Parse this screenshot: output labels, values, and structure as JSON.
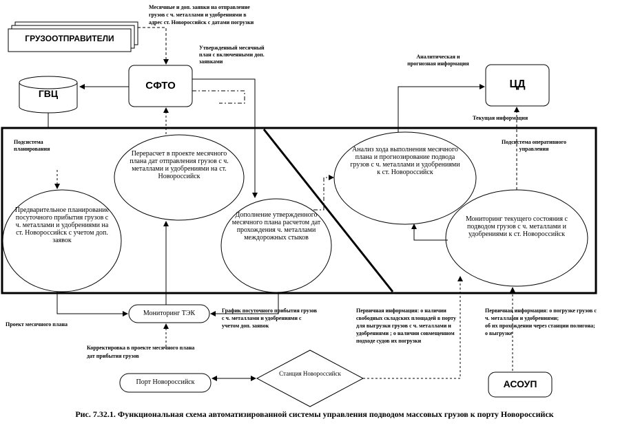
{
  "nodes": {
    "shippers": "ГРУЗООТПРАВИТЕЛИ",
    "gvc": "ГВЦ",
    "sfto": "СФТО",
    "cd": "ЦД",
    "recalc": "Перерасчет в проекте месячного плана дат отправления грузов с ч. металлами и удобрениями на ст. Новороссийск",
    "prelim": "Предварительное планирование посуточного прибытия грузов с ч. металлами и удобрениями на ст. Новороссийск с учетом доп. заявок",
    "supplement": "Дополнение утвержденного месячного плана расчетом дат прохождения ч. металлами междорожных стыков",
    "analysis": "Анализ хода выполнения месячного плана и прогнозирование подвода грузов с ч. металлами и удобрениями к ст. Новороссийск",
    "monitoring": "Мониторинг текущего состояния с подводом грузов с ч. металлами и удобрениями к ст. Новороссийск",
    "tek": "Мониторинг ТЭК",
    "port": "Порт Новороссийск",
    "station": "Станция Новороссийск",
    "asoup": "АСОУП"
  },
  "labels": {
    "monthly_requests": "Месячные и доп. заявки на отправление грузов с ч. металлами и удобрениями в адрес ст. Новороссийск с датами погрузки",
    "approved_plan": "Утвержденный месячный план с включенными доп. заявками",
    "analytic_info": "Аналитическая и прогнозная информация",
    "current_info": "Текущая информация",
    "subsystem_planning": "Подсистема планирования",
    "subsystem_operational": "Подсистема оперативного управления",
    "project_plan": "Проект месячного плана",
    "schedule": "График посуточного прибытия грузов с ч. металлами и удобрениями с учетом доп. заявок",
    "correction": "Корректировка в проекте месячного плана дат прибытия грузов",
    "primary_info_port": "Первичная информация: о наличии свободных складских площадей в порту для выгрузки грузов с ч. металлами и удобрениями ; о наличии совмещенном подходе судов их погрузки",
    "primary_info_asoup": "Первичная информация: о погрузке грузов с ч. металлами и удобрениями;\nоб их прохождении через станции полигона; о выгрузке"
  },
  "caption": "Рис. 7.32.1. Функциональная схема автоматизированной системы управления подводом массовых грузов к порту Новороссийск"
}
